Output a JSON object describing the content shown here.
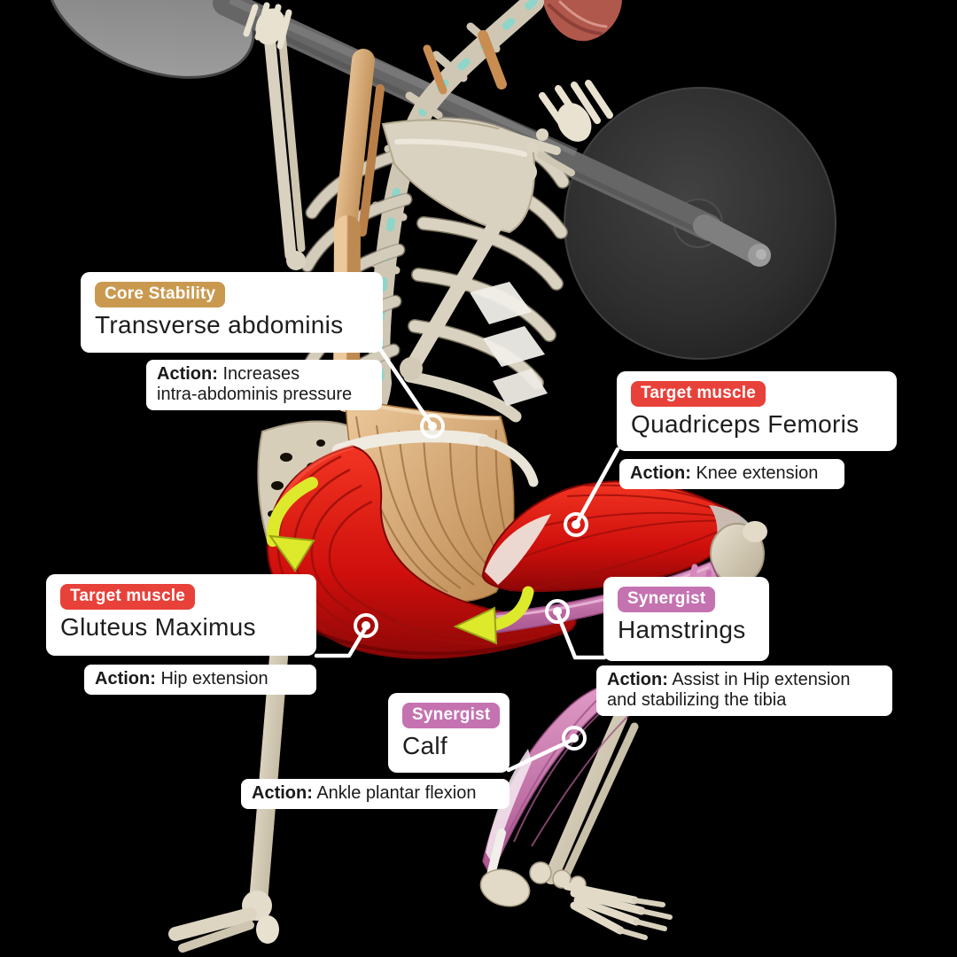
{
  "scene": {
    "name": "Barbell lunge muscle anatomy infographic",
    "background_color": "#000000",
    "figure": "Skeleton performing a barbell lunge, rear three-quarter view, barbell across shoulders",
    "elements": [
      "barbell-bar",
      "barbell-plate-left",
      "barbell-plate-right",
      "skeleton",
      "transverse-abdominis-muscle",
      "gluteus-maximus-muscle",
      "quadriceps-muscle",
      "hamstrings-muscle",
      "calf-muscle",
      "movement-arrows"
    ],
    "colors": {
      "target_muscle_red": "#dd1410",
      "synergist_pink": "#c873ae",
      "core_muscle_tan": "#d7a571",
      "movement_arrow_yellow": "#dde92b",
      "bone": "#d9d1bf",
      "leader_line": "#ffffff"
    }
  },
  "categories": {
    "core_stability": {
      "label": "Core Stability",
      "color": "#c9994f"
    },
    "target_muscle": {
      "label": "Target muscle",
      "color": "#e8413a"
    },
    "synergist": {
      "label": "Synergist",
      "color": "#c572b1"
    }
  },
  "annotations": [
    {
      "id": "transverse-abdominis",
      "category": "Core Stability",
      "muscle": "Transverse abdominis",
      "action_label": "Action:",
      "action_lines": [
        "Increases",
        "intra-abdominis pressure"
      ]
    },
    {
      "id": "quadriceps-femoris",
      "category": "Target muscle",
      "muscle": "Quadriceps Femoris",
      "action_label": "Action:",
      "action_lines": [
        "Knee extension"
      ]
    },
    {
      "id": "gluteus-maximus",
      "category": "Target muscle",
      "muscle": "Gluteus Maximus",
      "action_label": "Action:",
      "action_lines": [
        "Hip extension"
      ]
    },
    {
      "id": "hamstrings",
      "category": "Synergist",
      "muscle": "Hamstrings",
      "action_label": "Action:",
      "action_lines": [
        "Assist in Hip extension",
        "and stabilizing the tibia"
      ]
    },
    {
      "id": "calf",
      "category": "Synergist",
      "muscle": "Calf",
      "action_label": "Action:",
      "action_lines": [
        "Ankle plantar flexion"
      ]
    }
  ]
}
